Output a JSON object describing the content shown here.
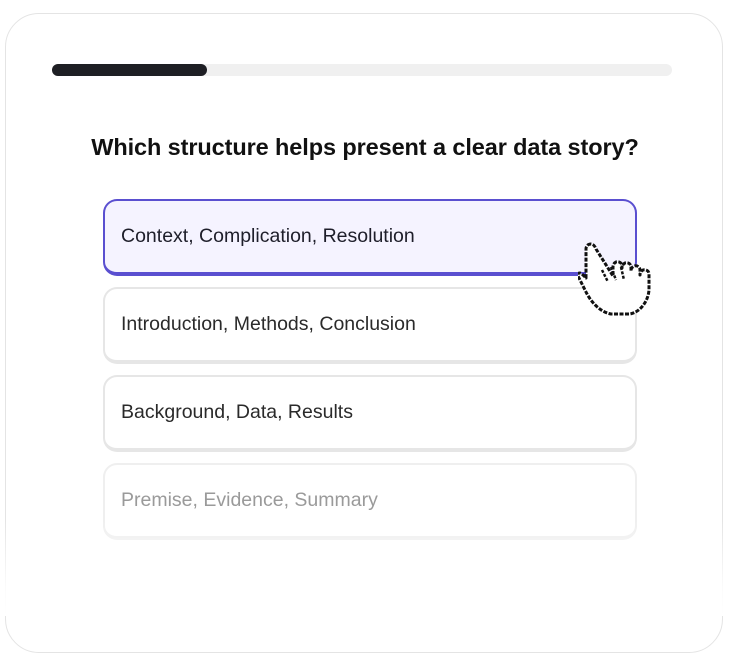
{
  "quiz": {
    "progress": 0.25,
    "question": "Which structure helps present a clear data story?",
    "options": [
      {
        "label": "Context, Complication, Resolution",
        "state": "selected"
      },
      {
        "label": "Introduction, Methods, Conclusion",
        "state": "default"
      },
      {
        "label": "Background, Data, Results",
        "state": "default"
      },
      {
        "label": "Premise, Evidence, Summary",
        "state": "faded"
      }
    ]
  },
  "colors": {
    "accent": "#5a4fd0",
    "selected_bg": "#f5f3ff",
    "progress_fill": "#1e1f24",
    "progress_track": "#f0f0f0"
  },
  "icons": {
    "cursor": "hand-pointer-icon"
  }
}
